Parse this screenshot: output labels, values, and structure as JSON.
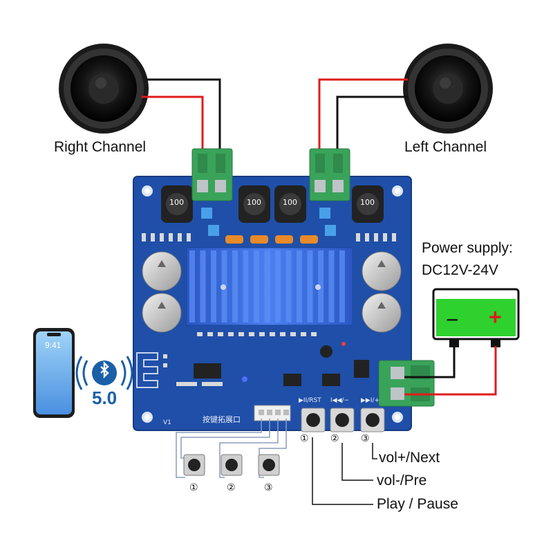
{
  "labels": {
    "right_channel": "Right Channel",
    "left_channel": "Left Channel",
    "power_line1": "Power supply:",
    "power_line2": "DC12V-24V",
    "vol_next": "vol+/Next",
    "vol_pre": "vol-/Pre",
    "play_pause": "Play / Pause",
    "bt_version": "5.0",
    "board_silk_expansion": "按键拓展口",
    "board_silk_play": "▶II/RST",
    "board_silk_prev": "I◀◀/−",
    "board_silk_next": "▶▶I/+",
    "board_silk_v1": "V1",
    "phone_time": "9:41",
    "battery_minus": "−",
    "battery_plus": "+",
    "inductor_value": "100"
  },
  "button_numbers": {
    "board": [
      "①",
      "②",
      "③"
    ],
    "external": [
      "①",
      "②",
      "③"
    ]
  },
  "colors": {
    "pcb": "#1f4fa8",
    "heatsink": "#2f63d6",
    "terminal": "#3aa35a",
    "battery": "#2ed12e",
    "wire_red": "#e01b1b",
    "wire_black": "#111111"
  }
}
